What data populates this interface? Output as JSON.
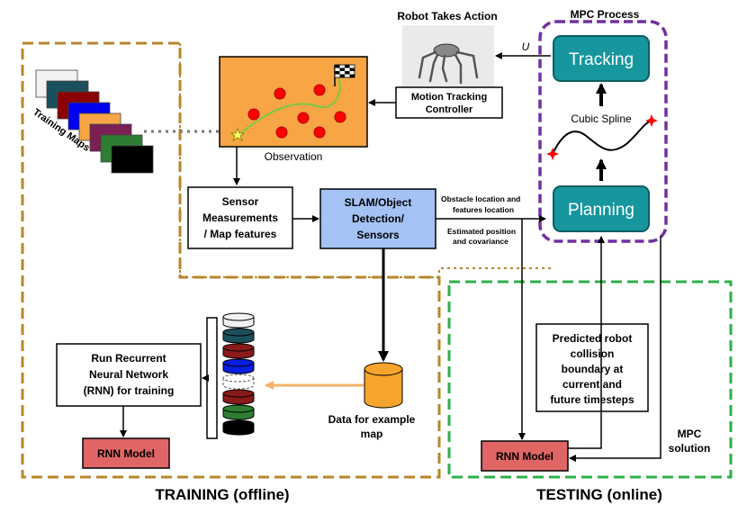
{
  "labels": {
    "robot_action": "Robot Takes Action",
    "mpc_process": "MPC Process",
    "u_symbol": "U",
    "tracking": "Tracking",
    "planning": "Planning",
    "cubic_spline": "Cubic Spline",
    "motion_tracking_1": "Motion Tracking",
    "motion_tracking_2": "Controller",
    "observation": "Observation",
    "training_maps": "Training Maps",
    "sensor_1": "Sensor",
    "sensor_2": "Measurements",
    "sensor_3": "/ Map features",
    "slam_1": "SLAM/Object",
    "slam_2": "Detection/",
    "slam_3": "Sensors",
    "obstacle_1": "Obstacle location and",
    "obstacle_2": "features location",
    "estimated_1": "Estimated position",
    "estimated_2": "and covariance",
    "rnn_train_1": "Run Recurrent",
    "rnn_train_2": "Neural Network",
    "rnn_train_3": "(RNN) for training",
    "rnn_model_left": "RNN Model",
    "rnn_model_right": "RNN Model",
    "data_example_1": "Data for example",
    "data_example_2": "map",
    "predicted_1": "Predicted robot",
    "predicted_2": "collision",
    "predicted_3": "boundary at",
    "predicted_4": "current and",
    "predicted_5": "future timesteps",
    "mpc_solution_1": "MPC",
    "mpc_solution_2": "solution",
    "training_title": "TRAINING (offline)",
    "testing_title": "TESTING (online)"
  },
  "colors": {
    "training_border": "#b8862b",
    "testing_border": "#2eaf4a",
    "mpc_border": "#7030a0",
    "teal": "#17969e",
    "observation_bg": "#f7a545",
    "slam_bg": "#a4c2f4",
    "rnn_model_bg": "#e06666",
    "orange_arrow": "#f6b26b",
    "path_green": "#7ac943",
    "obstacle_red": "#ff0000"
  },
  "training_map_colors": [
    "#f2f2f2",
    "#1b4f5c",
    "#8b0000",
    "#0000ee",
    "#f7a545",
    "#7b1f55",
    "#2e7d32",
    "#000000"
  ],
  "disk_colors": [
    "#f2f2f2",
    "#1b4f5c",
    "#8b1a1a",
    "#0a1ee0",
    "#ffffff",
    "#8b1a1a",
    "#2e7d32",
    "#000000"
  ]
}
